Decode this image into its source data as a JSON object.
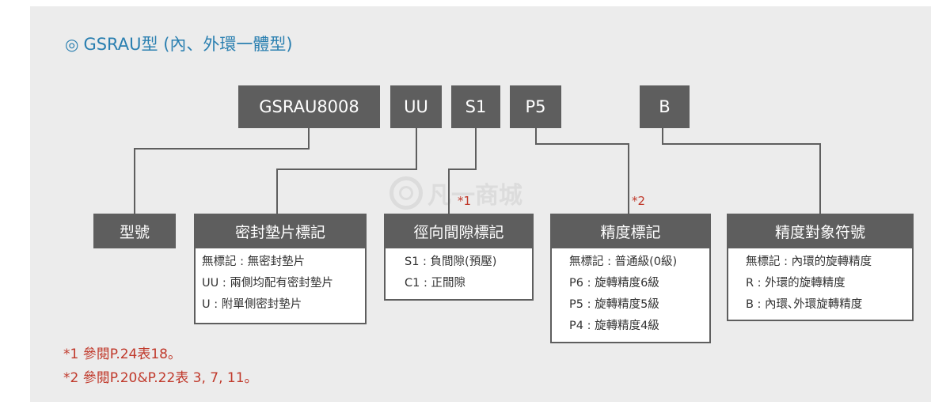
{
  "title": {
    "mark": "◎",
    "text": "GSRAU型 (內、外環一體型)"
  },
  "codes": [
    "GSRAU8008",
    "UU",
    "S1",
    "P5",
    "B"
  ],
  "watermark": "凡一商城",
  "categories": [
    {
      "label": "型號",
      "lines": []
    },
    {
      "label": "密封墊片標記",
      "lines": [
        "無標記 : 無密封墊片",
        "UU : 兩側均配有密封墊片",
        "U : 附單側密封墊片"
      ]
    },
    {
      "label": "徑向間隙標記",
      "lines": [
        "S1 : 負間隙(預壓)",
        "C1 : 正間隙"
      ]
    },
    {
      "label": "精度標記",
      "lines": [
        "無標記 : 普通級(0級)",
        "P6 : 旋轉精度6級",
        "P5 : 旋轉精度5級",
        "P4 : 旋轉精度4級"
      ]
    },
    {
      "label": "精度對象符號",
      "lines": [
        "無標記 : 內環的旋轉精度",
        "R : 外環的旋轉精度",
        "B : 內環､外環旋轉精度"
      ]
    }
  ],
  "footnote_marks": [
    "*1",
    "*2"
  ],
  "notes": [
    "*1 參閱P.24表18。",
    "*2 參閱P.20&P.22表 3, 7, 11。"
  ],
  "colors": {
    "title": "#2a7fb0",
    "box": "#5e5e5e",
    "note": "#c0392b",
    "panel": "#ececec"
  }
}
